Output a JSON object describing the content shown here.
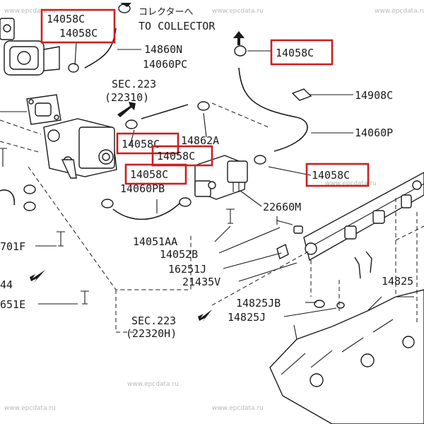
{
  "header": {
    "jp_text": "コレクターへ",
    "en_text": "TO COLLECTOR"
  },
  "watermark": "www.epcdata.ru",
  "labels": {
    "p14860N": "14860N",
    "p14060PC": "14060PC",
    "sec223a": "SEC.223",
    "sec223a_ref": "(22310)",
    "p14908C": "14908C",
    "p14060P": "14060P",
    "p14862A": "14862A",
    "p14060PB": "14060PB",
    "p22660M": "22660M",
    "p14051AA": "14051AA",
    "p14052B": "14052B",
    "p16251J": "16251J",
    "p21435V": "21435V",
    "p14825JB": "14825JB",
    "p14825J": "14825J",
    "p14825": "14825",
    "sec223b": "SEC.223",
    "sec223b_ref": "(22320H)",
    "p701F": "701F",
    "p651E": "651E",
    "p44": "44"
  },
  "highlighted": {
    "h1": "14058C",
    "h2": "14058C",
    "h3": "14058C",
    "h4": "14058C",
    "h5": "14058C",
    "h6": "14058C",
    "h7": "14058C"
  },
  "colors": {
    "highlight": "#cc1f1f",
    "ink": "#1a1a1a",
    "watermark": "#b9b9b9"
  }
}
